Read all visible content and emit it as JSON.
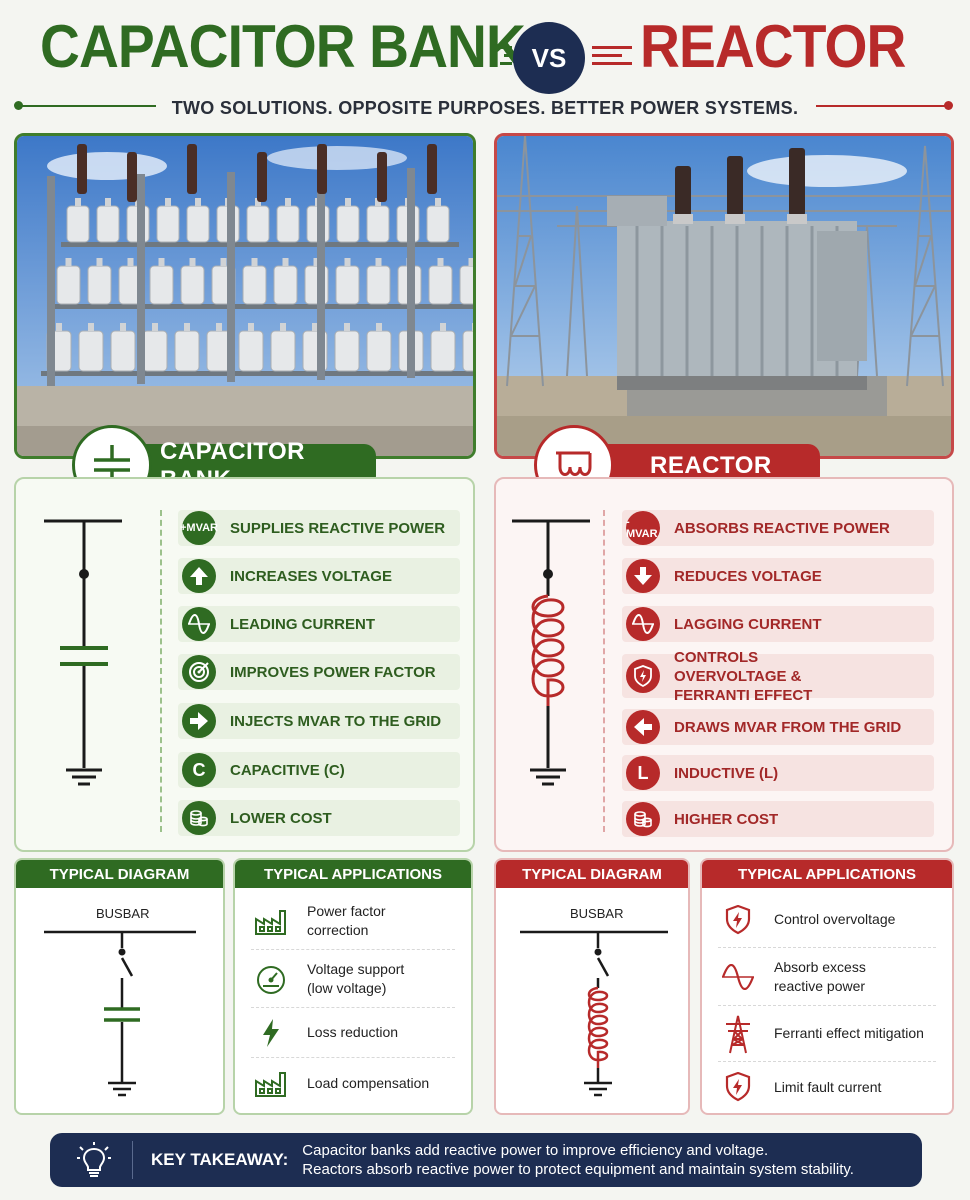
{
  "header": {
    "title_left": "CAPACITOR BANK",
    "vs": "VS",
    "title_right": "REACTOR",
    "subtitle": "TWO SOLUTIONS. OPPOSITE PURPOSES. BETTER POWER SYSTEMS."
  },
  "colors": {
    "green": "#2f6b22",
    "red": "#b72a2a",
    "navy": "#1d2d52"
  },
  "capacitor": {
    "title": "CAPACITOR BANK",
    "badge_icon": "capacitor-symbol-icon",
    "features": [
      {
        "icon_text": "+MVAR",
        "icon": "plus-mvar-icon",
        "label": "SUPPLIES REACTIVE POWER"
      },
      {
        "icon_text": "",
        "icon": "arrow-up-icon",
        "label": "INCREASES VOLTAGE"
      },
      {
        "icon_text": "",
        "icon": "sine-wave-icon",
        "label": "LEADING CURRENT"
      },
      {
        "icon_text": "",
        "icon": "target-icon",
        "label": "IMPROVES POWER FACTOR"
      },
      {
        "icon_text": "",
        "icon": "arrow-right-icon",
        "label": "INJECTS MVAR TO THE GRID"
      },
      {
        "icon_text": "C",
        "icon": "letter-c-icon",
        "label": "CAPACITIVE (C)"
      },
      {
        "icon_text": "",
        "icon": "coins-icon",
        "label": "LOWER COST"
      }
    ],
    "diagram_title": "TYPICAL DIAGRAM",
    "busbar": "BUSBAR",
    "applications_title": "TYPICAL APPLICATIONS",
    "applications": [
      {
        "icon": "factory-icon",
        "label": "Power factor correction"
      },
      {
        "icon": "gauge-icon",
        "label": "Voltage support (low voltage)"
      },
      {
        "icon": "lightning-icon",
        "label": "Loss reduction"
      },
      {
        "icon": "factory-icon",
        "label": "Load compensation"
      }
    ]
  },
  "reactor": {
    "title": "REACTOR",
    "badge_icon": "inductor-symbol-icon",
    "features": [
      {
        "icon_text": "-MVAR",
        "icon": "minus-mvar-icon",
        "label": "ABSORBS REACTIVE POWER"
      },
      {
        "icon_text": "",
        "icon": "arrow-down-icon",
        "label": "REDUCES VOLTAGE"
      },
      {
        "icon_text": "",
        "icon": "sine-wave-icon",
        "label": "LAGGING CURRENT"
      },
      {
        "icon_text": "",
        "icon": "shield-bolt-icon",
        "label": "CONTROLS OVERVOLTAGE & FERRANTI EFFECT"
      },
      {
        "icon_text": "",
        "icon": "arrow-left-icon",
        "label": "DRAWS MVAR FROM THE GRID"
      },
      {
        "icon_text": "L",
        "icon": "letter-l-icon",
        "label": "INDUCTIVE (L)"
      },
      {
        "icon_text": "",
        "icon": "coins-icon",
        "label": "HIGHER COST"
      }
    ],
    "diagram_title": "TYPICAL DIAGRAM",
    "busbar": "BUSBAR",
    "applications_title": "TYPICAL APPLICATIONS",
    "applications": [
      {
        "icon": "shield-bolt-icon",
        "label": "Control overvoltage"
      },
      {
        "icon": "sine-wave-icon",
        "label": "Absorb excess reactive power"
      },
      {
        "icon": "transmission-tower-icon",
        "label": "Ferranti effect mitigation"
      },
      {
        "icon": "shield-bolt-icon",
        "label": "Limit fault current"
      }
    ]
  },
  "takeaway": {
    "icon": "lightbulb-icon",
    "label": "KEY TAKEAWAY:",
    "line1": "Capacitor banks add reactive power to improve efficiency and voltage.",
    "line2": "Reactors absorb reactive power to protect equipment and maintain system stability."
  }
}
